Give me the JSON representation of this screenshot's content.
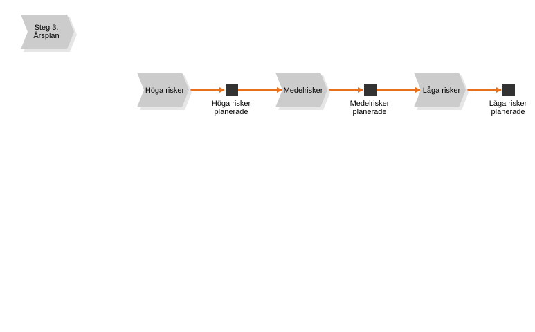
{
  "step": {
    "line1": "Steg 3.",
    "line2": "Årsplan"
  },
  "flow": [
    {
      "kind": "process",
      "label": "Höga risker"
    },
    {
      "kind": "event",
      "line1": "Höga risker",
      "line2": "planerade"
    },
    {
      "kind": "process",
      "label": "Medelrisker"
    },
    {
      "kind": "event",
      "line1": "Medelrisker",
      "line2": "planerade"
    },
    {
      "kind": "process",
      "label": "Låga risker"
    },
    {
      "kind": "event",
      "line1": "Låga risker",
      "line2": "planerade"
    }
  ],
  "colors": {
    "chevron_fill": "#cccccc",
    "chevron_shadow": "#e6e6e6",
    "event_fill": "#333333",
    "arrow": "#e8701a"
  }
}
